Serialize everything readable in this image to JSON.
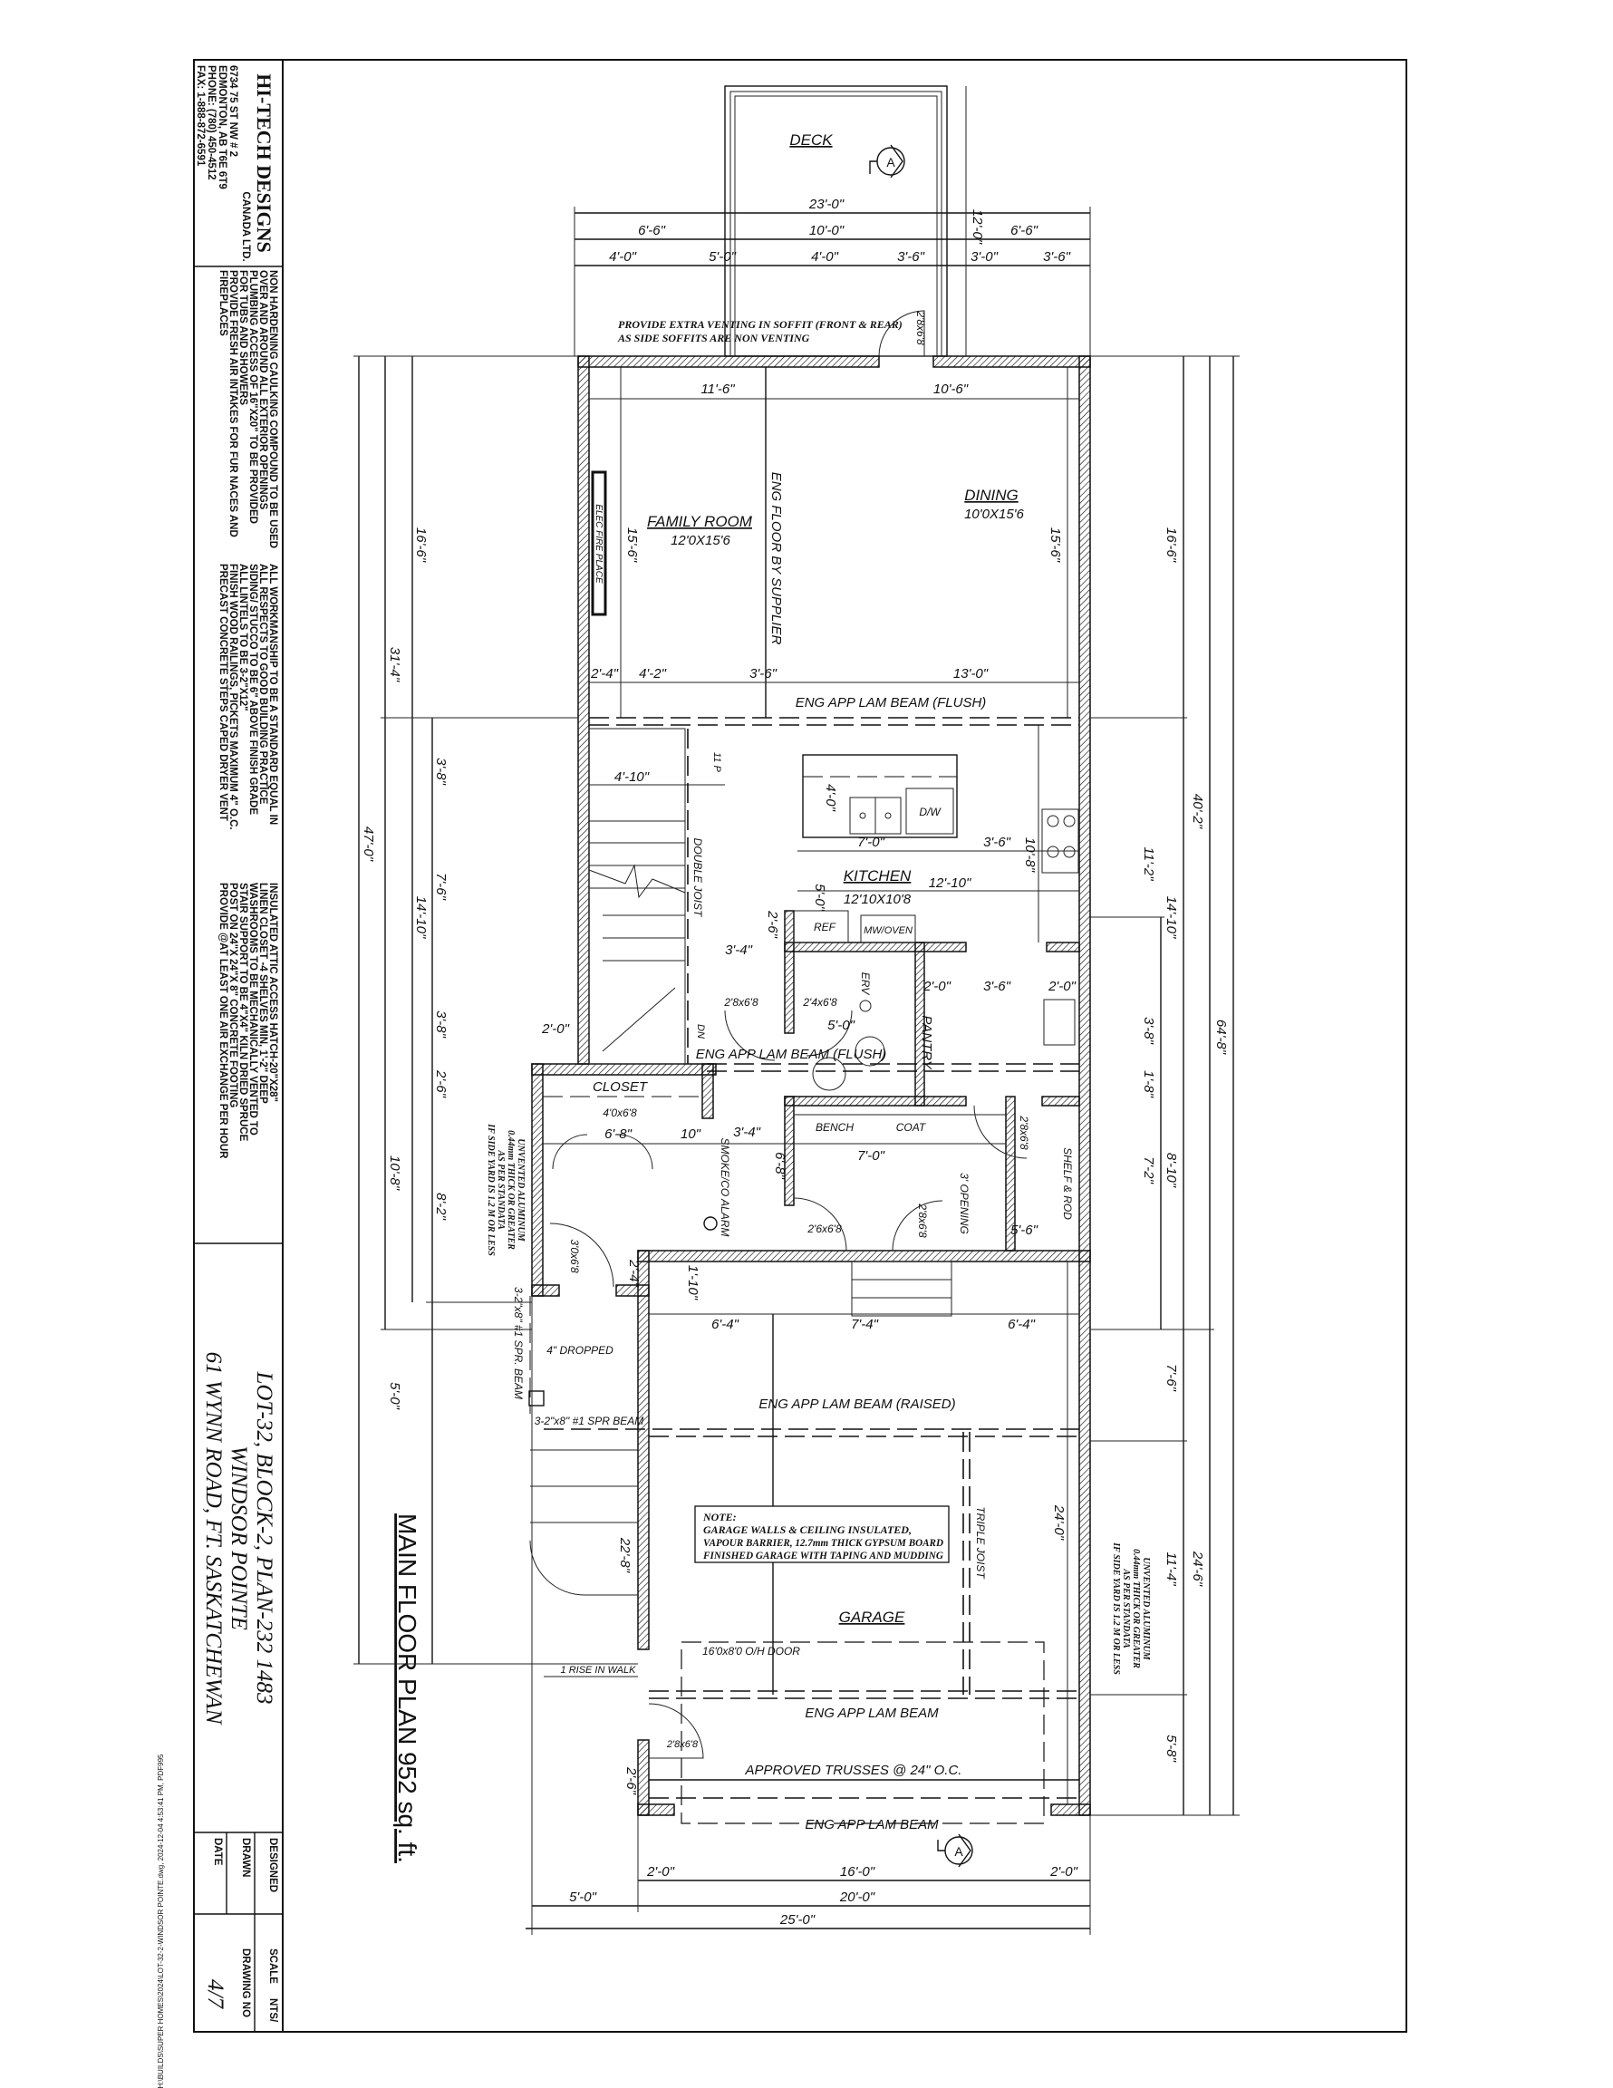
{
  "title_block": {
    "firm": "HI-TECH DESIGNS",
    "firm_sub": "CANADA LTD.",
    "address": [
      "6734 75 ST NW # 2",
      "EDMONTON, AB T6E 6T9",
      "PHONE: (780) 450-4512",
      "FAX: 1-888-872-6591"
    ],
    "notes_1": [
      "NON HARDENING CAULKING COMPOUND TO BE USED",
      "OVER AND AROUND ALL EXTERIOR OPENINGS",
      "PLUMBING ACCESS OF 16\"X20\" TO BE PROVIDED",
      "FOR TUBS AND SHOWERS",
      "PROVIDE FRESH AIR INTAKES FOR FUR NACES AND",
      "FIREPLACES"
    ],
    "notes_2": [
      "ALL WORKMANSHIP TO BE A STANDARD EQUAL IN",
      "ALL RESPECTS TO GOOD BUILDING PRACTICE",
      "SIDING/ STUCCO TO BE 6\" ABOVE FINISH GRADE",
      "ALL LINTELS TO BE 3-2\"X12\"",
      "FINISH WOOD RAILINGS, PICKETS MAXIMUM 4\" O.C.",
      "PRECAST CONCRETE STEPS CAPED DRYER VENT"
    ],
    "notes_3": [
      "INSULATED ATTIC ACCESS HATCH-20\"X28\"",
      "LINEN CLOSET -4 SHELVES MIN, 1'-2\" DEEP",
      "WASHROOMS TO BE MECHANICALLY VENTED TO",
      "STAIR SUPPORT TO BE 4\"X4\" KILN DRIED SPRUCE",
      "POST ON 24\"X 24\"X 8\" CONCRETE FOOTING",
      "PROVIDE @AT LEAST ONE AIR EXCHANGE PER HOUR"
    ],
    "lot": [
      "LOT-32, BLOCK-2, PLAN-232 1483",
      "WINDSOR POINTE",
      "61 WYNN ROAD, FT. SASKATCHEWAN"
    ],
    "designed_label": "DESIGNED",
    "drawn_label": "DRAWN",
    "date_label": "DATE",
    "scale_label": "SCALE",
    "scale_value": "NTS/",
    "drawing_no_label": "DRAWING NO",
    "drawing_no": "4/7"
  },
  "file_path": "H:\\BUILDS\\SUPER HOMES\\2024\\LOT-32-2-WINDSOR POINTE.dwg, 2024-12-04 4:53:41 PM, PDF995",
  "plan_title": "MAIN FLOOR PLAN 952 sq. ft.",
  "rooms": {
    "deck": "DECK",
    "family": "FAMILY ROOM",
    "family_size": "12'0X15'6",
    "dining": "DINING",
    "dining_size": "10'0X15'6",
    "kitchen": "KITCHEN",
    "kitchen_size": "12'10X10'8",
    "garage": "GARAGE",
    "closet": "CLOSET",
    "pantry": "PANTRY"
  },
  "labels": {
    "soffit_1": "PROVIDE EXTRA VENTING IN SOFFIT (FRONT & REAR)",
    "soffit_2": "AS SIDE SOFFITS ARE NON VENTING",
    "fireplace": "ELEC FIRE PLACE",
    "eng_floor": "ENG FLOOR BY SUPPLIER",
    "beam_flush": "ENG APP LAM BEAM (FLUSH)",
    "beam_flush_2": "ENG APP LAM BEAM (FLUSH)",
    "double_joist": "DOUBLE JOIST",
    "dw": "D/W",
    "ref": "REF",
    "mw": "MW/OVEN",
    "erv": "ERV",
    "bench": "BENCH",
    "coat": "COAT",
    "shelf_rod": "SHELF & ROD",
    "opening": "3' OPENING",
    "smoke": "SMOKE/CO ALARM",
    "dropped": "4\" DROPPED",
    "spr_beam_v": "3-2\"x8\" #1 SPR. BEAM",
    "spr_beam_h": "3-2\"x8\" #1 SPR BEAM",
    "beam_raised": "ENG APP LAM BEAM (RAISED)",
    "triple_joist": "TRIPLE JOIST",
    "oh_door": "16'0x8'0 O/H DOOR",
    "rise": "1 RISE IN WALK",
    "beam_garage": "ENG APP LAM BEAM",
    "beam_garage_2": "ENG APP LAM BEAM",
    "trusses": "APPROVED TRUSSES @ 24\" O.C.",
    "garage_note": [
      "NOTE:",
      "GARAGE WALLS & CEILING INSULATED,",
      "VAPOUR BARRIER, 12.7mm THICK GYPSUM BOARD",
      "FINISHED GARAGE WITH TAPING AND MUDDING"
    ],
    "unvented": [
      "UNVENTED ALUMINUM",
      "0.44mm THICK OR GREATER",
      "AS PER STANDATA",
      "IF SIDE YARD IS 1.2 M OR LESS"
    ],
    "section_marker": "A",
    "up": "11 P",
    "dn": "DN"
  },
  "doors": [
    "2'8x6'8",
    "2'8x6'8",
    "2'4x6'8",
    "4'0x6'8",
    "2'8x6'8",
    "2'6x6'8",
    "2'8x6'8",
    "3'0x6'8",
    "2'8x6'8"
  ],
  "dimensions": {
    "top": [
      "23'-0\"",
      "6'-6\"",
      "10'-0\"",
      "6'-6\"",
      "4'-0\"",
      "5'-0\"",
      "4'-0\"",
      "3'-6\"",
      "3'-0\"",
      "3'-6\"",
      "12'-0\""
    ],
    "family": [
      "11'-6\"",
      "10'-6\"",
      "15'-6\"",
      "15'-6\"",
      "2'-4\"",
      "4'-2\"",
      "3'-6\"",
      "13'-0\""
    ],
    "kitchen": [
      "4'-10\"",
      "4'-0\"",
      "7'-0\"",
      "3'-6\"",
      "10'-8\"",
      "12'-10\"",
      "5'-0\"",
      "2'-6\"",
      "3'-4\"",
      "2'-0\"",
      "3'-6\"",
      "2'-0\"",
      "5'-0\"",
      "3'-4\"",
      "2'-0\""
    ],
    "entry": [
      "6'-8\"",
      "10\"",
      "3'-4\"",
      "6'-8\"",
      "7'-0\"",
      "5'-6\"",
      "1'-10\"",
      "2'-4\""
    ],
    "left": [
      "47'-0\"",
      "31'-4\"",
      "16'-6\"",
      "14'-10\"",
      "3'-8\"",
      "7'-6\"",
      "3'-8\"",
      "2'-6\"",
      "8'-2\"",
      "10'-8\"",
      "5'-0\""
    ],
    "right": [
      "16'-6\"",
      "40'-2\"",
      "64'-8\"",
      "11'-2\"",
      "14'-10\"",
      "3'-8\"",
      "1'-8\"",
      "7'-2\"",
      "8'-10\"",
      "7'-6\"",
      "11'-4\"",
      "5'-8\"",
      "24'-6\""
    ],
    "garage": [
      "6'-4\"",
      "7'-4\"",
      "6'-4\"",
      "22'-8\"",
      "24'-0\"",
      "2'-6\""
    ],
    "bottom": [
      "2'-0\"",
      "16'-0\"",
      "2'-0\"",
      "5'-0\"",
      "20'-0\"",
      "25'-0\""
    ]
  }
}
